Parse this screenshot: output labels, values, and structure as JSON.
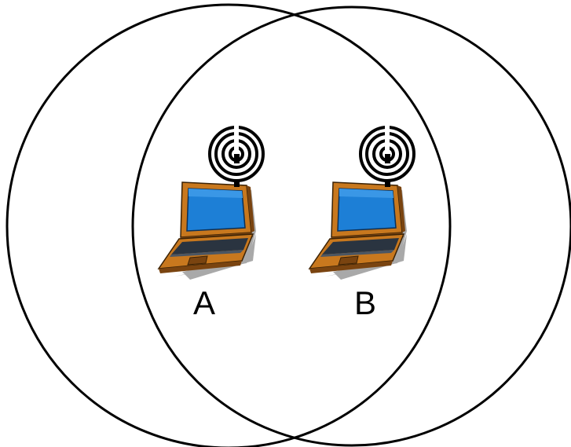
{
  "diagram": {
    "nodes": [
      {
        "label": "A",
        "icon": "laptop-with-antenna-icon"
      },
      {
        "label": "B",
        "icon": "laptop-with-antenna-icon"
      }
    ],
    "ranges": [
      {
        "node": "A",
        "shape": "circle"
      },
      {
        "node": "B",
        "shape": "circle"
      }
    ],
    "colors": {
      "outline": "#000000",
      "laptop_body": "#c8781e",
      "laptop_dark": "#7a4410",
      "screen": "#1d7fd6",
      "keyboard": "#2a3440",
      "shadow": "#a9a9a9",
      "background": "#ffffff"
    }
  }
}
